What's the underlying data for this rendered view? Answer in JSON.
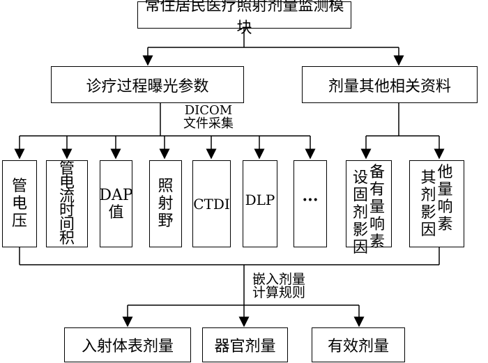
{
  "title": "常住居民医疗照射剂量监测模块",
  "left_group": "诊疗过程曝光参数",
  "right_group": "剂量其他相关资料",
  "collect_label": [
    "DICOM",
    "文件采集"
  ],
  "params": {
    "tube_voltage": [
      "管",
      "电",
      "压"
    ],
    "current_time": [
      "管",
      "电",
      "流",
      "时",
      "间",
      "积"
    ],
    "dap": [
      "DAP",
      "值"
    ],
    "field": [
      "照",
      "射",
      "野"
    ],
    "ctdi": "CTDI",
    "dlp": "DLP",
    "more": "···"
  },
  "factors": {
    "device_col1": [
      "设",
      "固",
      "剂",
      "影",
      "因"
    ],
    "device_col2": [
      "备",
      "有",
      "量",
      "响",
      "素"
    ],
    "other_col1": [
      "其",
      "剂",
      "影",
      "因"
    ],
    "other_col2": [
      "他",
      "量",
      "响",
      "素"
    ]
  },
  "embed_label": [
    "嵌入剂量",
    "计算规则"
  ],
  "outputs": [
    "入射体表剂量",
    "器官剂量",
    "有效剂量"
  ]
}
